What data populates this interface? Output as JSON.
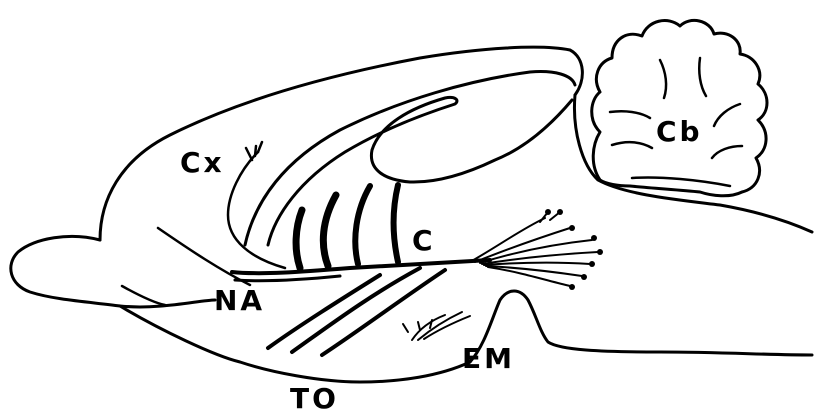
{
  "labels": {
    "cerebellum": "Cb",
    "cortex": "Cx",
    "caudate": "C",
    "nucleus_accumbens": "NA",
    "olfactory_tubercle": "TO",
    "median_eminence": "EM"
  },
  "colors": {
    "ink": "#000000",
    "background": "#ffffff"
  }
}
